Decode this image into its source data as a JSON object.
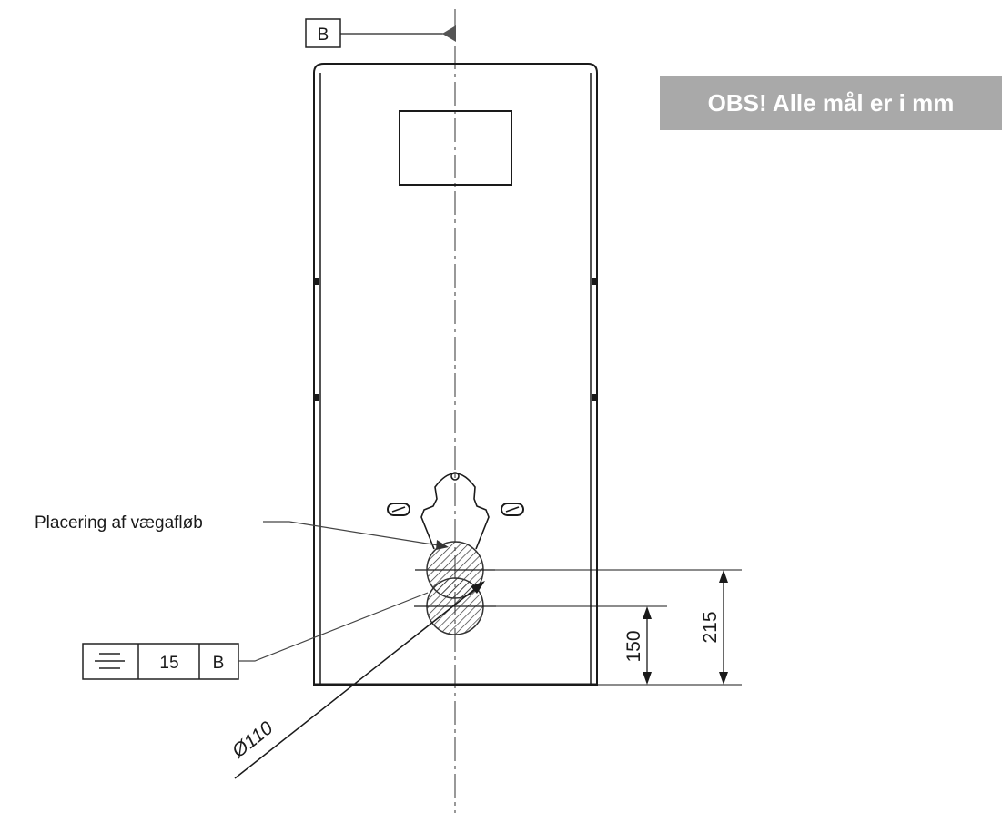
{
  "notice": {
    "text": "OBS! Alle mål er i mm"
  },
  "datum": {
    "label": "B"
  },
  "labels": {
    "drain_location": "Placering af vægafløb"
  },
  "tolerance_frame": {
    "symbol": "symmetry-icon",
    "value": "15",
    "datum": "B"
  },
  "dimensions": {
    "diameter": "Ø110",
    "height_low": "150",
    "height_high": "215"
  },
  "colors": {
    "banner_bg": "#a9a9a9",
    "banner_text": "#ffffff",
    "line": "#1a1a1a"
  }
}
